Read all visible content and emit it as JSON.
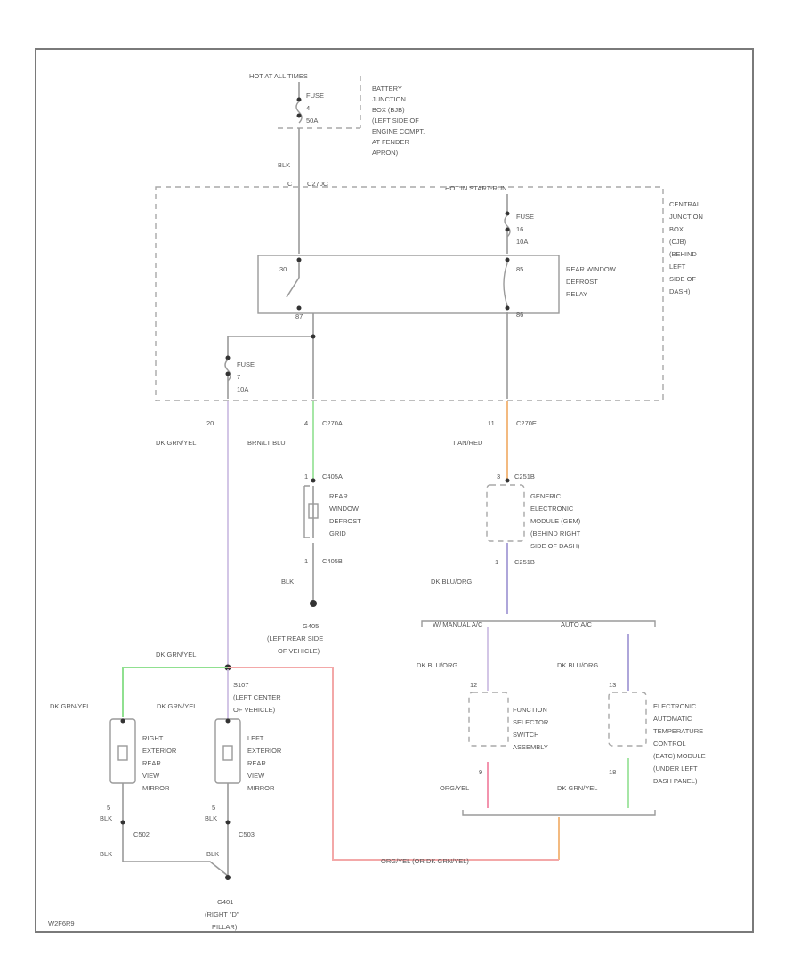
{
  "page": {
    "figure_id": "W2F6R9"
  },
  "top": {
    "hot_label": "HOT AT ALL TIMES",
    "fuse_label": "FUSE",
    "fuse_num": "4",
    "fuse_amp": "50A",
    "junction_note": [
      "BATTERY",
      "JUNCTION",
      "BOX (BJB)",
      "(LEFT SIDE OF",
      "ENGINE COMPT,",
      "AT FENDER",
      "APRON)"
    ],
    "wire_blk": "BLK",
    "pin_c": "C",
    "conn_c270c": "C270C"
  },
  "cjb": {
    "hot_label": "HOT IN START-RUN",
    "fuse_label": "FUSE",
    "fuse_num": "16",
    "fuse_amp": "10A",
    "note": [
      "CENTRAL",
      "JUNCTION",
      "BOX",
      "(CJB)",
      "(BEHIND",
      "LEFT",
      "SIDE OF",
      "DASH)"
    ],
    "relay_name": [
      "REAR WINDOW",
      "DEFROST",
      "RELAY"
    ],
    "relay_pin_30": "30",
    "relay_pin_87": "87",
    "relay_pin_85": "85",
    "relay_pin_86": "86",
    "fuse7_label": "FUSE",
    "fuse7_num": "7",
    "fuse7_amp": "10A"
  },
  "conn": {
    "pin_20": "20",
    "pin_4": "4",
    "c270a": "C270A",
    "pin_11": "11",
    "c270e": "C270E",
    "wire_dkgrn": "DK GRN/YEL",
    "wire_brnlt": "BRN/LT BLU",
    "wire_tanred": "T AN/RED"
  },
  "grid": {
    "pin_1": "1",
    "c405a": "C405A",
    "name": [
      "REAR",
      "WINDOW",
      "DEFROST",
      "GRID"
    ],
    "pin_1b": "1",
    "c405b": "C405B",
    "wire_blk": "BLK",
    "ground": "G405",
    "ground_note": [
      "(LEFT REAR SIDE",
      "OF VEHICLE)"
    ]
  },
  "gem": {
    "pin": "3",
    "conn_top": "C251B",
    "name": [
      "GENERIC",
      "ELECTRONIC",
      "MODULE (GEM)",
      "(BEHIND RIGHT",
      "SIDE OF DASH)"
    ],
    "pin_b": "1",
    "conn_bottom": "C251B",
    "wire_out": "DK BLU/ORG"
  },
  "split": {
    "left": "W/ MANUAL A/C",
    "right": "AUTO A/C"
  },
  "fss": {
    "wire_in": "DK BLU/ORG",
    "pin_top": "12",
    "name": [
      "FUNCTION",
      "SELECTOR",
      "SWITCH",
      "ASSEMBLY"
    ],
    "pin_bottom": "9",
    "wire_out": "ORG/YEL"
  },
  "eatc": {
    "wire_in": "DK BLU/ORG",
    "pin_top": "13",
    "name": [
      "ELECTRONIC",
      "AUTOMATIC",
      "TEMPERATURE",
      "CONTROL",
      "(EATC) MODULE",
      "(UNDER LEFT",
      "DASH PANEL)"
    ],
    "pin_bottom": "18",
    "wire_out": "DK GRN/YEL"
  },
  "mirrors": {
    "wire_main": "DK GRN/YEL",
    "splice": "S107",
    "splice_note": [
      "(LEFT CENTER",
      "OF VEHICLE)"
    ],
    "wire_right": "DK GRN/YEL",
    "wire_left": "DK GRN/YEL",
    "right_name": [
      "RIGHT",
      "EXTERIOR",
      "REAR",
      "VIEW",
      "MIRROR"
    ],
    "left_name": [
      "LEFT",
      "EXTERIOR",
      "REAR",
      "VIEW",
      "MIRROR"
    ],
    "pin_r": "5",
    "pin_l": "5",
    "blk_r": "BLK",
    "blk_l": "BLK",
    "conn_r": "C502",
    "conn_l": "C503",
    "blk_bottom": "BLK",
    "blk_bottom_r": "BLK",
    "ground": "G401",
    "ground_note": [
      "(RIGHT \"D\"",
      "PILLAR)"
    ],
    "return_wire": "ORG/YEL (OR DK GRN/YEL)"
  },
  "colors": {
    "green": "#90e090",
    "orange": "#f0a860",
    "violet": "#9a90d0",
    "pink": "#f07a9a",
    "lavender": "#c8b8e0",
    "gray": "#9a9a9a"
  }
}
